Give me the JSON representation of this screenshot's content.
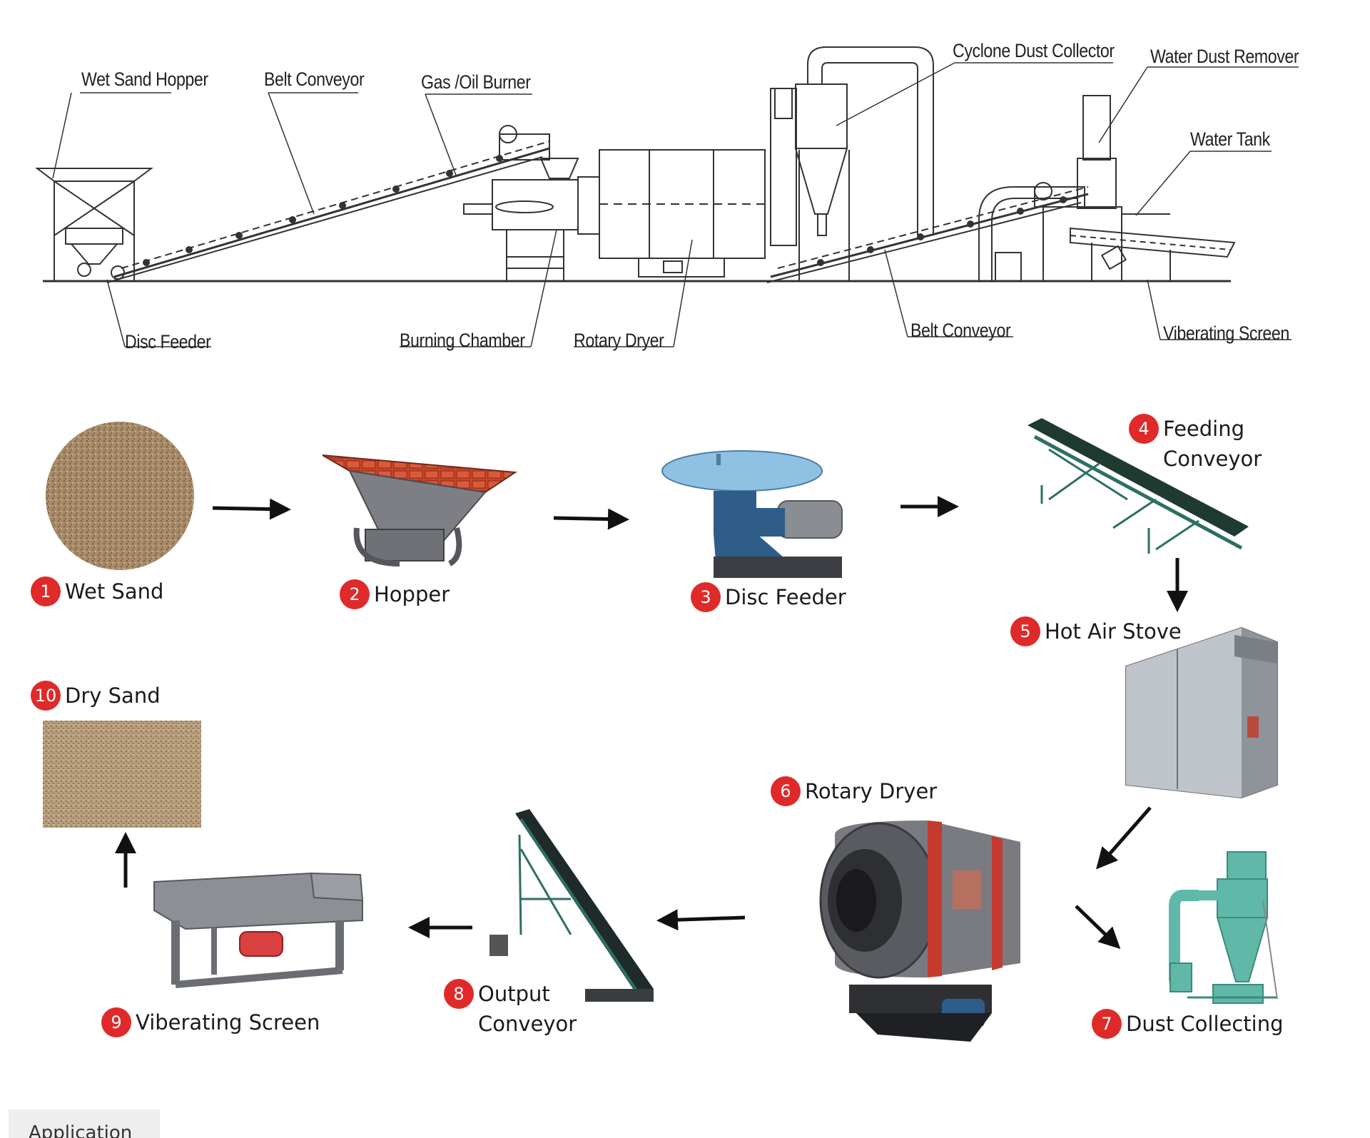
{
  "schematic": {
    "labels": [
      {
        "id": "wet-sand-hopper",
        "text": "Wet Sand Hopper"
      },
      {
        "id": "belt-conveyor-1",
        "text": "Belt Conveyor"
      },
      {
        "id": "gas-oil-burner",
        "text": "Gas /Oil Burner"
      },
      {
        "id": "cyclone-dust-collector",
        "text": "Cyclone Dust Collector"
      },
      {
        "id": "water-dust-remover",
        "text": "Water Dust Remover"
      },
      {
        "id": "water-tank",
        "text": "Water Tank"
      },
      {
        "id": "disc-feeder",
        "text": "Disc Feeder"
      },
      {
        "id": "burning-chamber",
        "text": "Burning Chamber"
      },
      {
        "id": "rotary-dryer",
        "text": "Rotary Dryer"
      },
      {
        "id": "belt-conveyor-2",
        "text": "Belt Conveyor"
      },
      {
        "id": "vibrating-screen",
        "text": "Viberating Screen"
      }
    ]
  },
  "process": {
    "steps": [
      {
        "number": "1",
        "label": "Wet Sand"
      },
      {
        "number": "2",
        "label": "Hopper"
      },
      {
        "number": "3",
        "label": "Disc Feeder"
      },
      {
        "number": "4",
        "label": "Feeding\nConveyor"
      },
      {
        "number": "5",
        "label": "Hot Air Stove"
      },
      {
        "number": "6",
        "label": "Rotary Dryer"
      },
      {
        "number": "7",
        "label": "Dust Collecting"
      },
      {
        "number": "8",
        "label": "Output\nConveyor"
      },
      {
        "number": "9",
        "label": "Viberating Screen"
      },
      {
        "number": "10",
        "label": "Dry Sand"
      }
    ]
  },
  "footer": {
    "tab_label": "Application"
  },
  "colors": {
    "badge": "#e02a2a",
    "line": "#333333",
    "sand": "#a88c6a",
    "hopper_grid": "#c8442a",
    "disc": "#8fc1e3",
    "machine_blue": "#2f5d8a",
    "cyclone": "#5fb8a8"
  }
}
